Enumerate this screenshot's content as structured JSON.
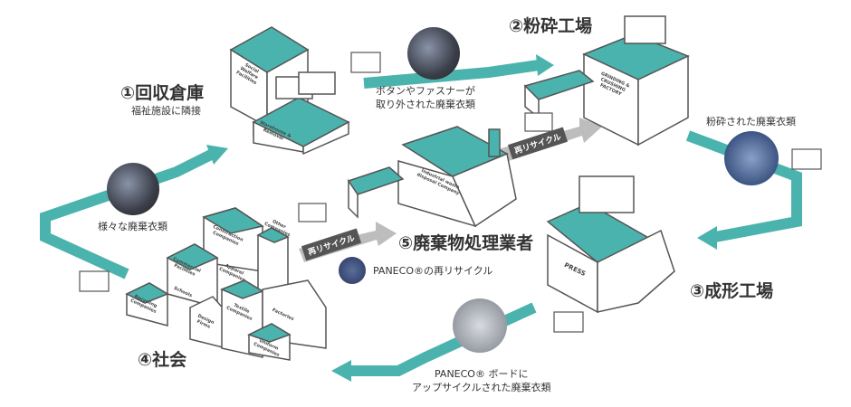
{
  "colors": {
    "accent": "#4bb3ad",
    "outline": "#555555",
    "arrow_gray": "#b9b9b9"
  },
  "steps": {
    "s1": {
      "title": "①回収倉庫",
      "subtitle": "福祉施設に隣接"
    },
    "s2": {
      "title": "②粉砕工場"
    },
    "s3": {
      "title": "③成形工場"
    },
    "s4": {
      "title": "④社会"
    },
    "s5": {
      "title": "⑤廃棄物処理業者"
    }
  },
  "captions": {
    "buttons": [
      "ボタンやファスナーが",
      "取り外された廃棄衣類"
    ],
    "crushed": "粉砕された廃棄衣類",
    "various": "様々な廃棄衣類",
    "paneco_recycle": "PANECO®の再リサイクル",
    "board": [
      "PANECO® ボードに",
      "アップサイクルされた廃棄衣類"
    ]
  },
  "tags": {
    "rerecycle": "再リサイクル"
  },
  "buildings": {
    "social_welfare": "Social Welfare Facilities",
    "warehouse": "Warehouse & Removal",
    "grinding": "GRINDING & CRUSHING FACTORY",
    "industrial": "Industrial waste disposal Company",
    "press": "PRESS",
    "construction": "Construction Companies",
    "commercial": "Commercial Facilities",
    "apparel": "Apparel Companies",
    "other": "Other Companies",
    "recycling": "Recycling Companies",
    "schools": "Schools",
    "design": "Design Firms",
    "textile": "Textile Companies",
    "factories": "Factories",
    "uniform": "Uniform Companies"
  }
}
